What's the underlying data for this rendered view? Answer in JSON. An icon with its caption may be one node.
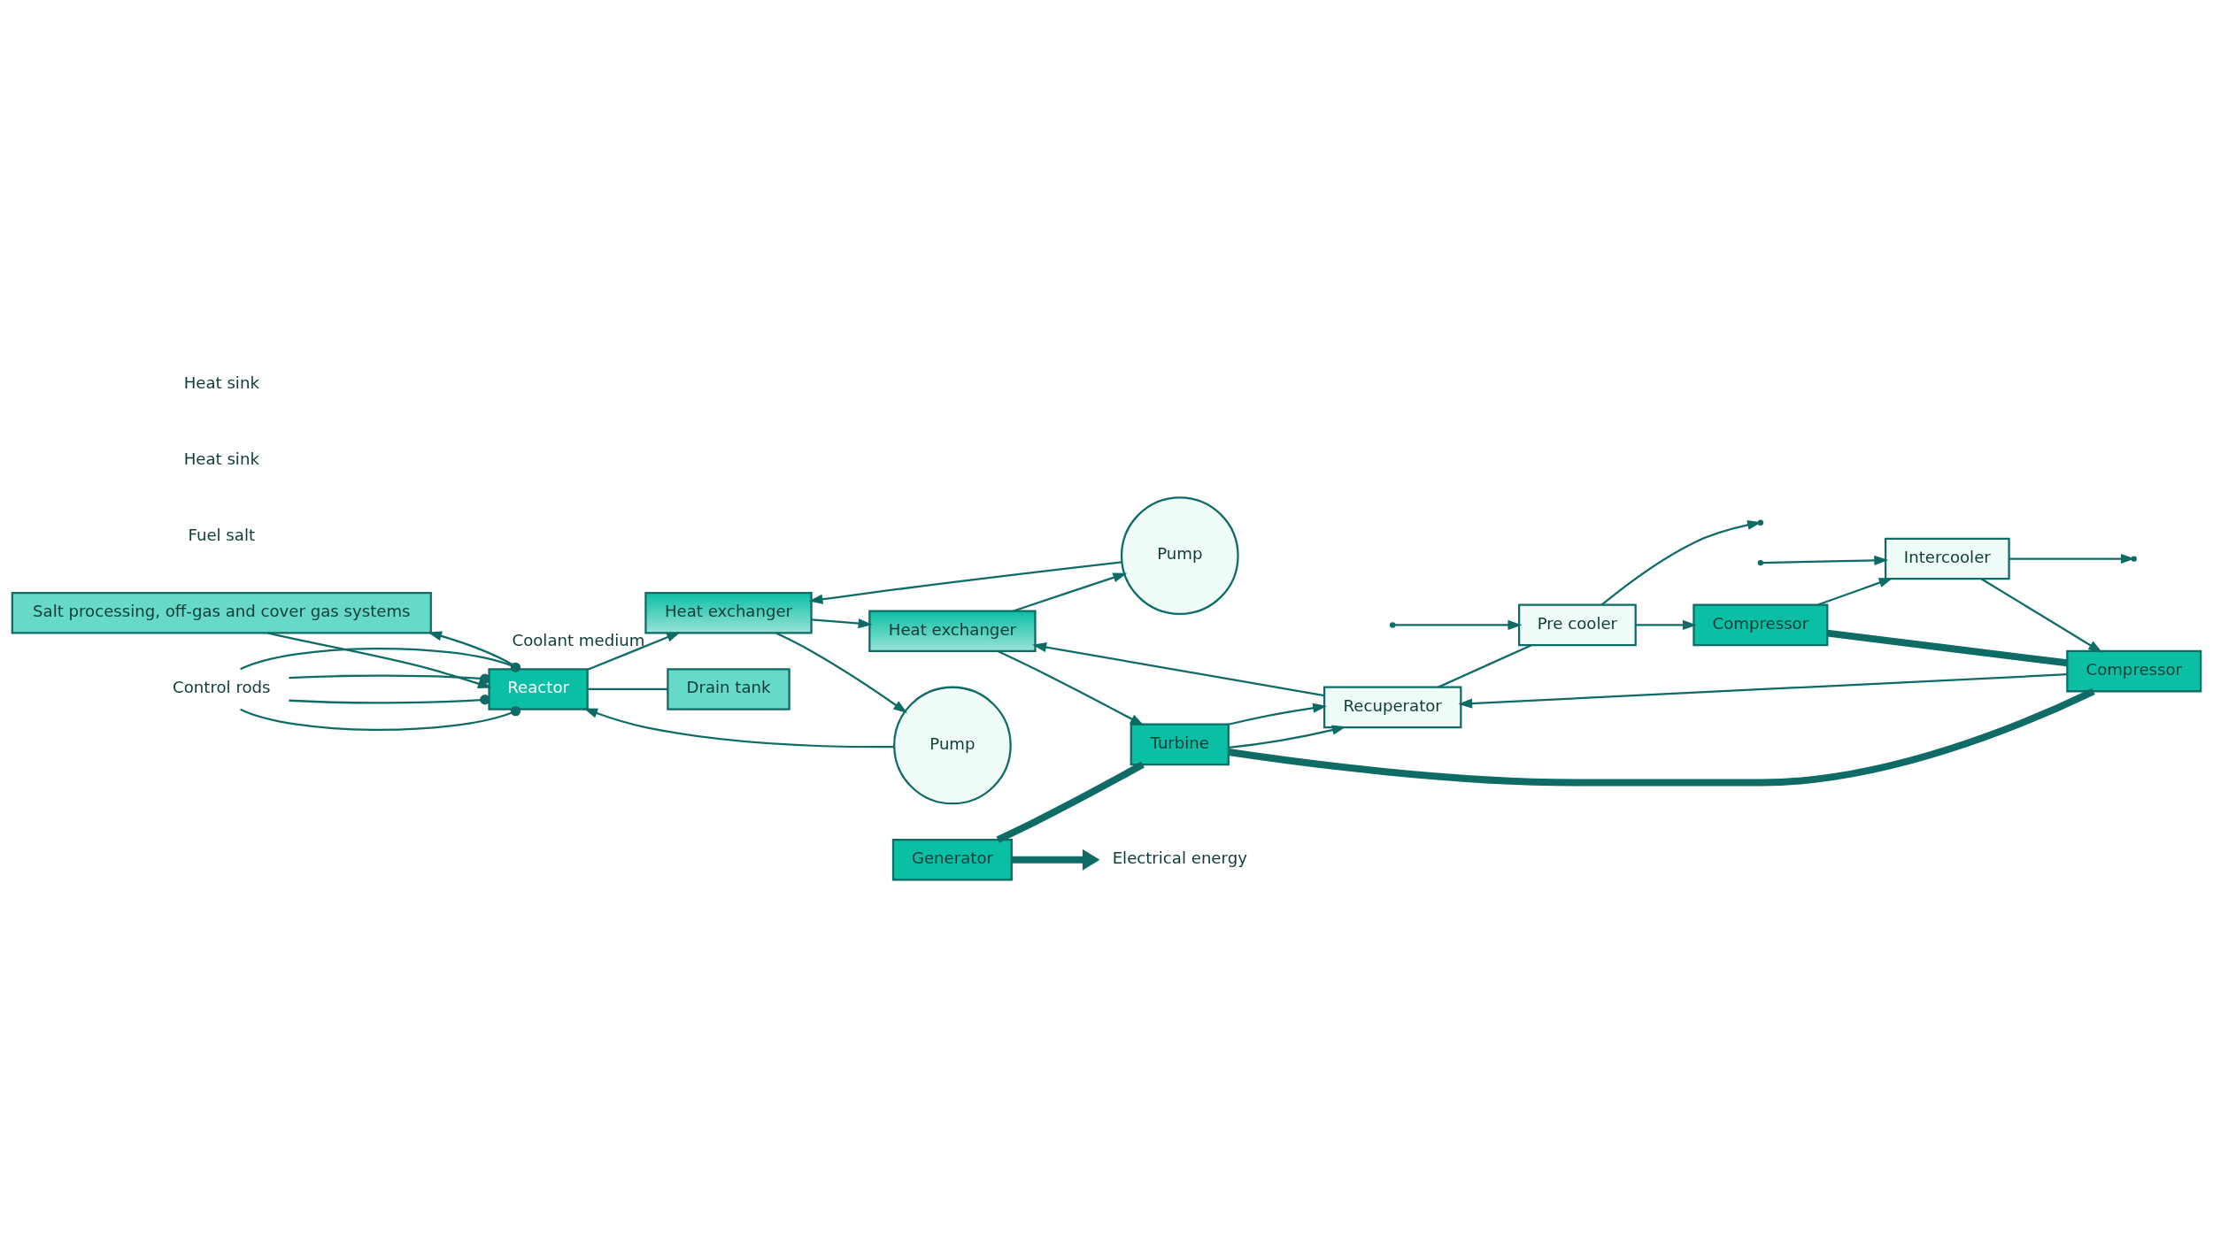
{
  "diagram": {
    "nodes": [
      {
        "text": [
          "Salt processing, off-gas and cover gas systems"
        ]
      },
      {
        "text": [
          "Control rods"
        ]
      },
      {
        "text": [
          "Reactor"
        ]
      },
      {
        "text": [
          "Heat exchanger"
        ],
        "beside": [
          "Coolant medium"
        ]
      },
      {
        "text": [
          "Pump"
        ]
      },
      {
        "text": [
          "Drain tank"
        ]
      },
      {
        "text": [
          "Pump"
        ]
      },
      {
        "text": [
          "Heat exchanger"
        ]
      },
      {
        "text": [
          "Generator"
        ]
      },
      {
        "text": [
          "Electrical energy"
        ]
      },
      {
        "text": [
          "Turbine"
        ]
      },
      {
        "text": [
          "Recuperator"
        ]
      },
      {
        "text": [
          "Compressor"
        ]
      },
      {
        "text": [
          "Intercooler"
        ]
      },
      {
        "text": [
          "Pre cooler"
        ]
      },
      {
        "text": [
          "Compressor"
        ]
      }
    ],
    "edges": [
      {
        "from": 1,
        "to": 2,
        "arrow": "other"
      },
      {
        "from": 1,
        "to": 2,
        "arrow": "other"
      },
      {
        "from": 1,
        "to": 2,
        "arrow": "other"
      },
      {
        "from": 1,
        "to": 2,
        "arrow": "other"
      },
      {
        "from": 0,
        "to": 2,
        "arrow": "to"
      },
      {
        "from": 2,
        "to": 3,
        "arrow": "to"
      },
      {
        "from": 3,
        "to": 4,
        "arrow": "to"
      },
      {
        "from": 4,
        "to": 2,
        "arrow": "to"
      },
      {
        "from": 2,
        "to": 0,
        "arrow": "to"
      },
      {
        "from": 2,
        "to": 5,
        "arrow": "none"
      },
      {
        "from": 3,
        "to": 7,
        "arrow": "to"
      },
      {
        "from": 7,
        "to": 6,
        "arrow": "to"
      },
      {
        "from": 6,
        "to": 3,
        "arrow": "to"
      },
      {
        "from": 8,
        "to": 9,
        "arrow": "to",
        "style": "thick"
      },
      {
        "from": 8,
        "to": 10,
        "arrow": "none",
        "style": "thick"
      },
      {
        "from": 7,
        "to": 10,
        "arrow": "to"
      },
      {
        "from": 10,
        "to": 11,
        "arrow": "to"
      },
      {
        "from": 10,
        "to": 11,
        "arrow": "to"
      },
      {
        "from": 10,
        "to": 12,
        "arrow": "none",
        "style": "thick"
      },
      {
        "from": 12,
        "to": 11,
        "arrow": "to"
      },
      {
        "from": 11,
        "to": 7,
        "arrow": "to"
      },
      {
        "from": 11,
        "to": 14,
        "arrow": "none"
      },
      {
        "from": 14,
        "to": 15,
        "arrow": "to"
      },
      {
        "from": 12,
        "to": 15,
        "arrow": "none",
        "style": "thick"
      },
      {
        "from": 15,
        "to": 13,
        "arrow": "to"
      },
      {
        "from": 13,
        "to": 12,
        "arrow": "to"
      },
      {
        "from": null,
        "to": 13,
        "arrow": "to"
      },
      {
        "from": 13,
        "to": null,
        "arrow": "to"
      },
      {
        "from": 14,
        "to": null,
        "arrow": "to"
      },
      {
        "from": null,
        "to": 14,
        "arrow": "to"
      }
    ],
    "labels": [
      "Fuel salt",
      "Heat sink",
      "Heat sink"
    ]
  }
}
